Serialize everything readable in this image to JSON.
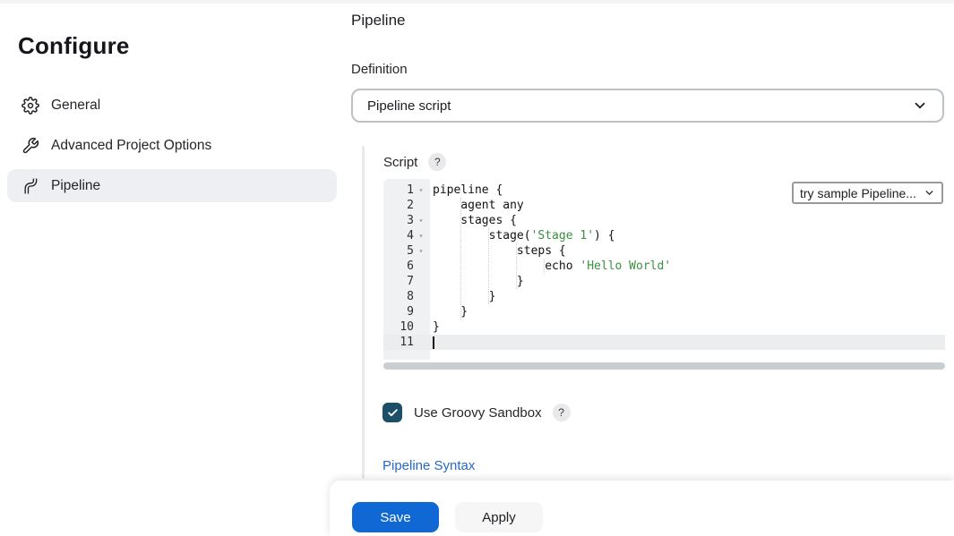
{
  "sidebar": {
    "heading": "Configure",
    "items": [
      {
        "label": "General",
        "icon": "gear-icon",
        "selected": false
      },
      {
        "label": "Advanced Project Options",
        "icon": "wrench-icon",
        "selected": false
      },
      {
        "label": "Pipeline",
        "icon": "pipeline-icon",
        "selected": true
      }
    ]
  },
  "main": {
    "heading": "Pipeline",
    "definition": {
      "label": "Definition",
      "value": "Pipeline script"
    },
    "script": {
      "label": "Script",
      "help_icon": "?",
      "sample_select": "try sample Pipeline...",
      "lines": [
        {
          "n": "1",
          "fold": true,
          "code": [
            {
              "t": "pipeline {"
            }
          ]
        },
        {
          "n": "2",
          "fold": false,
          "code": [
            {
              "t": "    agent any"
            }
          ]
        },
        {
          "n": "3",
          "fold": true,
          "code": [
            {
              "t": "    stages {"
            }
          ]
        },
        {
          "n": "4",
          "fold": true,
          "code": [
            {
              "t": "        stage("
            },
            {
              "t": "'Stage 1'",
              "c": "string"
            },
            {
              "t": ") {"
            }
          ]
        },
        {
          "n": "5",
          "fold": true,
          "code": [
            {
              "t": "            steps {"
            }
          ]
        },
        {
          "n": "6",
          "fold": false,
          "code": [
            {
              "t": "                echo "
            },
            {
              "t": "'Hello World'",
              "c": "string"
            }
          ]
        },
        {
          "n": "7",
          "fold": false,
          "code": [
            {
              "t": "            }"
            }
          ]
        },
        {
          "n": "8",
          "fold": false,
          "code": [
            {
              "t": "        }"
            }
          ]
        },
        {
          "n": "9",
          "fold": false,
          "code": [
            {
              "t": "    }"
            }
          ]
        },
        {
          "n": "10",
          "fold": false,
          "code": [
            {
              "t": "}"
            }
          ]
        },
        {
          "n": "11",
          "fold": false,
          "active": true,
          "code": []
        }
      ]
    },
    "sandbox": {
      "label": "Use Groovy Sandbox",
      "checked": true,
      "help_icon": "?"
    },
    "syntax_link": "Pipeline Syntax"
  },
  "footer": {
    "save": "Save",
    "apply": "Apply"
  },
  "colors": {
    "accent_blue": "#1068d4",
    "link_blue": "#2668c8",
    "checkbox_navy": "#1d4f66",
    "string_green": "#3a9140"
  }
}
